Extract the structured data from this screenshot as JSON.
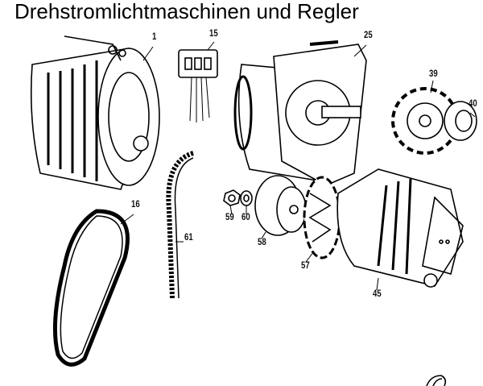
{
  "title": "Drehstromlichtmaschinen und Regler",
  "part_labels": {
    "p1": "1",
    "p15": "15",
    "p25": "25",
    "p39": "39",
    "p40": "40",
    "p16": "16",
    "p61": "61",
    "p59": "59",
    "p60": "60",
    "p58": "58",
    "p57": "57",
    "p45": "45"
  }
}
